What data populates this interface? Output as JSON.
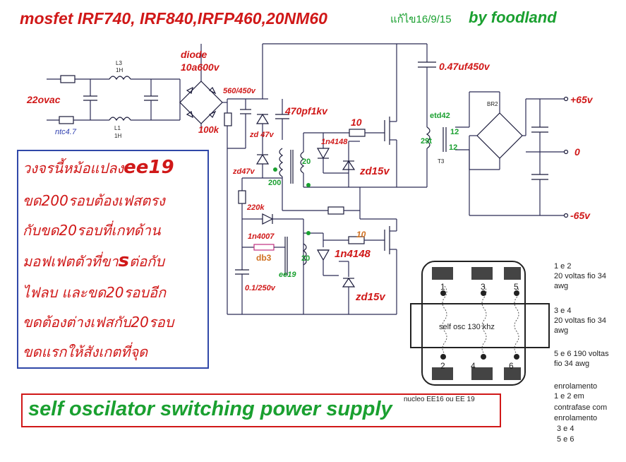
{
  "title": "mosfet IRF740, IRF840,IRFP460,20NM60",
  "revision": "แก้ไข16/9/15",
  "author": "by foodland",
  "labels": {
    "vac": "22ovac",
    "ntc": "ntc4.7",
    "l3": "L3",
    "l3_val": "1H",
    "l1": "L1",
    "l1_val": "1H",
    "diode": "diode",
    "diode_val": "10a600v",
    "cap_bulk": "560/450v",
    "res_100k": "100k",
    "cap_470": "470pf1kv",
    "zd47_top": "zd 47v",
    "zd47_bot": "zd47v",
    "r10_top": "10",
    "d1n4148_top": "1n4148",
    "zd15_top": "zd15v",
    "w20_top": "20",
    "w200": "200",
    "r220k": "220k",
    "d1n4007": "1n4007",
    "db3": "db3",
    "cap_01": "0.1/250v",
    "ee19": "ee19",
    "w20_bot": "20",
    "r10_bot": "10",
    "d1n4148_bot": "1n4148",
    "zd15_bot": "zd15v",
    "cap_047": "0.47uf450v",
    "etd42": "etd42",
    "t29": "29t",
    "w12a": "12",
    "w12b": "12",
    "t3": "T3",
    "br2": "BR2",
    "v_pos": "+65v",
    "v_zero": "0",
    "v_neg": "-65v"
  },
  "thai_note": {
    "line1_prefix": "วงจรนี้หม้อแปลง",
    "line1_big": "ee19",
    "line2": "ขด200รอบต้องเฟสตรง",
    "line3": "กับขด20รอบที่เกทด้าน",
    "line4_prefix": "มอฟเฟตตัวที่ขา",
    "line4_big": "s",
    "line4_suffix": "ต่อกับ",
    "line5": "ไฟลบ และขด20รอบอีก",
    "line6": "ขดต้องต่างเฟสกับ20รอบ",
    "line7": "ขดแรกให้สังเกตที่จุด"
  },
  "core": {
    "label": "self osc 130 khz",
    "pins_top": [
      "1",
      "3",
      "5"
    ],
    "pins_bottom": [
      "2",
      "4",
      "6"
    ],
    "nucleo": "nucleo EE16 ou EE 19"
  },
  "notes_right": [
    "1 e 2",
    "20 voltas fio 34",
    "awg",
    "3 e 4",
    "20 voltas fio 34",
    "awg",
    "5 e 6 190 voltas",
    "fio 34 awg",
    "enrolamento",
    "1 e 2   em",
    "contrafase com",
    "enrolamento",
    "3 e 4",
    "5 e 6"
  ],
  "footer": "self oscilator switching power supply",
  "colors": {
    "red": "#d01818",
    "green": "#1aa030",
    "blue": "#3048a8",
    "wire": "#2a2a55"
  }
}
